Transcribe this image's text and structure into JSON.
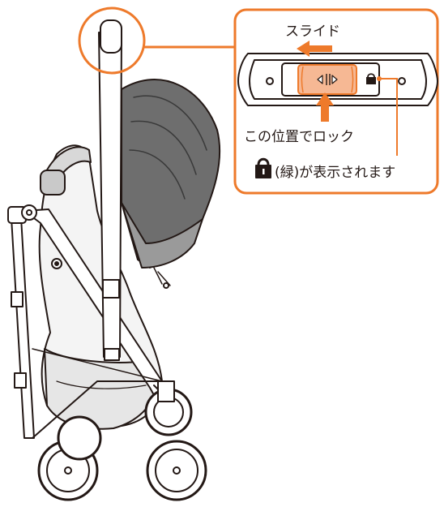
{
  "callout": {
    "slide_label": "スライド",
    "lock_position_label": "この位置でロック",
    "indicator_note": "(緑)が表示されます"
  },
  "colors": {
    "accent": "#ee7a2b",
    "accent_light": "#f6b894",
    "line": "#231815",
    "canopy": "#6e6e6e",
    "indicator": "#231815"
  },
  "icons": {
    "lock": "lock-icon",
    "slide_arrow": "arrow-left-icon",
    "push_arrow": "arrow-up-icon"
  }
}
